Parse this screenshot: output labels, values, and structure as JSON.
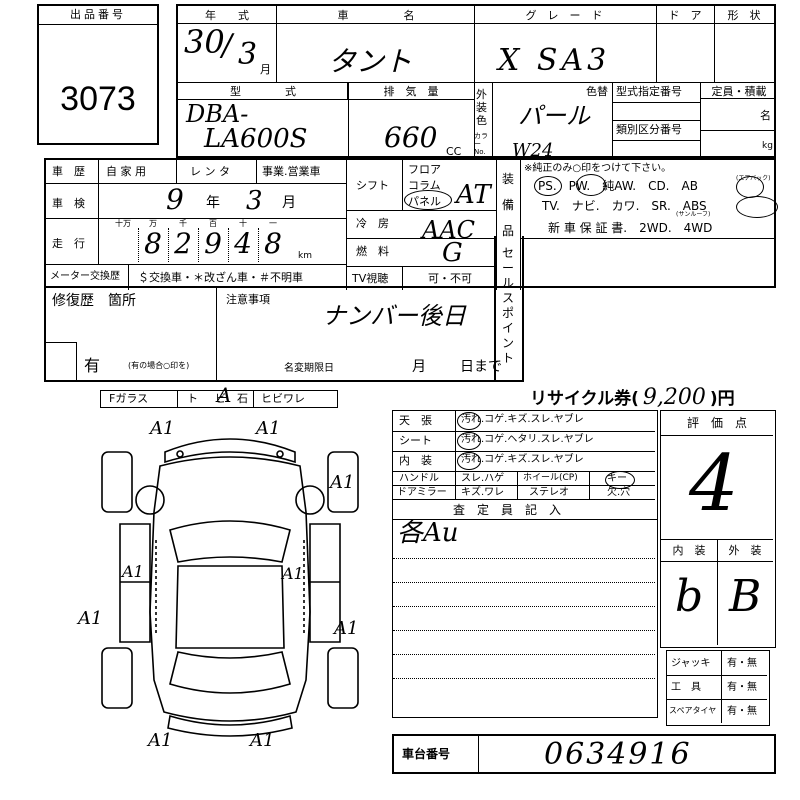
{
  "lot": {
    "header": "出品番号",
    "number": "3073"
  },
  "head": {
    "year_label": "年　　式",
    "name_label": "車　　　　　名",
    "grade_label": "グ　レ　ー　ド",
    "door_label": "ド　ア",
    "shape_label": "形　状",
    "year_val": "30",
    "month_val": "3",
    "month_unit": "月",
    "car_name": "タント",
    "grade": "X SA3"
  },
  "row2": {
    "model_label": "型　　　　式",
    "disp_label": "排　気　量",
    "ext_color_label": "外装色",
    "ext_color_label2": "カラーNo.",
    "color_change_label": "色替",
    "type_num_label": "型式指定番号",
    "class_num_label": "類別区分番号",
    "capacity_label": "定員・積載",
    "model_prefix": "DBA-",
    "model": "LA600S",
    "disp": "660",
    "cc": "CC",
    "color": "パール",
    "color_code": "W24",
    "capacity_unit": "名",
    "kg": "kg"
  },
  "hist": {
    "history_label": "車　歴",
    "private": "自 家 用",
    "rental": "レ ン タ",
    "business": "事業.営業車",
    "inspection_label": "車　検",
    "insp_year": "9",
    "year_unit": "年",
    "insp_month": "3",
    "month_unit": "月",
    "mileage_label": "走　行",
    "mile_units": [
      "十万",
      "万",
      "千",
      "百",
      "十",
      "一"
    ],
    "mileage_digits": [
      "8",
      "2",
      "9",
      "4",
      "8"
    ],
    "km": "km",
    "meter_label": "メーター交換歴",
    "meter_opts": "＄交換車・＊改ざん車・＃不明車"
  },
  "spec": {
    "shift_label": "シフト",
    "floor": "フロア",
    "column": "コラム",
    "panel": "パネル",
    "shift_val": "AT",
    "ac_label": "冷　房",
    "ac_val": "AAC",
    "fuel_label": "燃　料",
    "fuel_val": "G",
    "tv_label": "TV視聴",
    "tv_opts": "可・不可"
  },
  "equip": {
    "label": "装備品",
    "note": "※純正のみ○印をつけて下さい。",
    "row1": "PS.　PW.　純AW.　CD.　AB",
    "row1_sup": "(エアバック)",
    "row2": "TV.　ナビ.　カワ.　SR.　ABS",
    "row2_sup": "(サンルーフ)",
    "row3": "新 車 保 証 書.　2WD.　4WD"
  },
  "sales": {
    "label": "セールスポイント"
  },
  "repair": {
    "label": "修復歴　箇所",
    "has": "有",
    "has_note": "(有の場合○印を)",
    "notes_label": "注意事項",
    "notes_text": "ナンバー後日",
    "deadline_label": "名変期限日",
    "month": "月",
    "day_until": "日まで"
  },
  "glass": {
    "f": "Fガラス",
    "to": "ト",
    "bi": "ビ",
    "ishi": "石",
    "hibi": "ヒビワレ",
    "mark": "A"
  },
  "recycle": {
    "label": "リサイクル券(",
    "amount": "9,200",
    "unit": ")円"
  },
  "interior": {
    "rows": [
      {
        "label": "天　張",
        "opts": "汚れ.コゲ.キズ.スレ.ヤブレ"
      },
      {
        "label": "シート",
        "opts": "汚れ.コゲ.ヘタリ.スレ.ヤブレ"
      },
      {
        "label": "内　装",
        "opts": "汚れ.コゲ.キズ.スレ.ヤブレ"
      }
    ],
    "handle_label": "ハンドル",
    "handle_opts": "スレ.ハゲ",
    "wheel_label": "ホイール(CP)",
    "key_label": "キー",
    "mirror_label": "ドアミラー",
    "mirror_opts": "キズ.ワレ",
    "stereo_label": "ステレオ",
    "missing_label": "欠.穴"
  },
  "inspector": {
    "label": "査　定　員　記　入",
    "text": "各Au"
  },
  "score": {
    "label": "評　価　点",
    "value": "4",
    "int_label": "内　装",
    "ext_label": "外　装",
    "int_val": "b",
    "ext_val": "B"
  },
  "tools": {
    "rows": [
      {
        "label": "ジャッキ",
        "opts": "有・無"
      },
      {
        "label": "工　具",
        "opts": "有・無"
      },
      {
        "label": "スペアタイヤ",
        "opts": "有・無"
      }
    ]
  },
  "chassis": {
    "label": "車台番号",
    "value": "0634916"
  },
  "damage": {
    "marks": [
      "A1",
      "A1",
      "A1",
      "A1",
      "A1",
      "A1",
      "A1",
      "A1",
      "A1"
    ]
  }
}
